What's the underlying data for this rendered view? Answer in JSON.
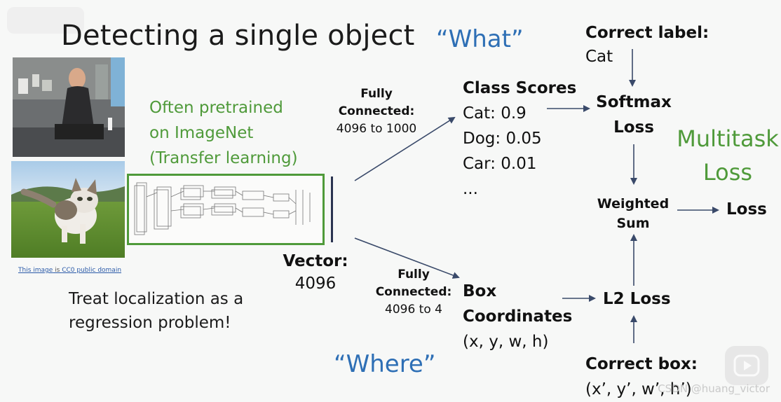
{
  "title": "Detecting a single object",
  "what_label": "“What”",
  "where_label": "“Where”",
  "pretrained": [
    "Often pretrained",
    "on ImageNet",
    "(Transfer learning)"
  ],
  "treat": [
    "Treat localization as a",
    "regression problem!"
  ],
  "credit": {
    "link1": "This image",
    "mid": " is ",
    "link2": "CC0 public domain"
  },
  "vector": {
    "label": "Vector:",
    "value": "4096"
  },
  "fc_top": {
    "line1": "Fully",
    "line2": "Connected:",
    "line3": "4096 to 1000"
  },
  "fc_bottom": {
    "line1": "Fully",
    "line2": "Connected:",
    "line3": "4096 to 4"
  },
  "class_scores": {
    "header": "Class Scores",
    "items": [
      "Cat: 0.9",
      "Dog: 0.05",
      "Car: 0.01",
      "..."
    ]
  },
  "box": {
    "line1": "Box",
    "line2": "Coordinates",
    "line3": "(x, y, w, h)"
  },
  "correct_label": {
    "header": "Correct label:",
    "value": "Cat"
  },
  "softmax": {
    "line1": "Softmax",
    "line2": "Loss"
  },
  "multitask": {
    "line1": "Multitask",
    "line2": "Loss"
  },
  "weighted": {
    "line1": "Weighted",
    "line2": "Sum"
  },
  "loss": "Loss",
  "l2": "L2 Loss",
  "correct_box": {
    "header": "Correct box:",
    "value": "(x’, y’, w’, h’)"
  },
  "watermark": "CSDN @huang_victor",
  "colors": {
    "blue": "#2e6fb5",
    "green": "#4f9a3a",
    "arrow": "#3a4a6a"
  }
}
